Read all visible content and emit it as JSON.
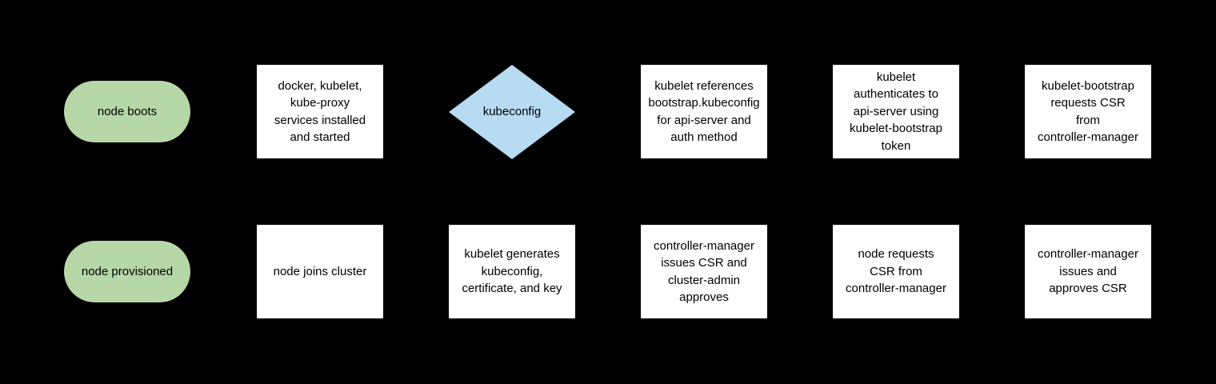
{
  "diagram": {
    "type": "flowchart",
    "background": "#000000",
    "colors": {
      "background": "#000000",
      "terminator_fill": "#b6d7a8",
      "process_fill": "#ffffff",
      "decision_fill": "#b7dbf3",
      "text": "#000000"
    },
    "nodes": [
      {
        "id": "node-boots",
        "shape": "terminator",
        "row": 1,
        "col": 1,
        "lines": [
          "node boots"
        ]
      },
      {
        "id": "services-installed",
        "shape": "process",
        "row": 1,
        "col": 2,
        "lines": [
          "docker, kubelet,",
          "kube-proxy",
          "services installed",
          "and started"
        ]
      },
      {
        "id": "kubeconfig-decision",
        "shape": "decision",
        "row": 1,
        "col": 3,
        "lines": [
          "kubeconfig"
        ]
      },
      {
        "id": "kubelet-references",
        "shape": "process",
        "row": 1,
        "col": 4,
        "lines": [
          "kubelet references",
          "bootstrap.kubeconfig",
          "for api-server and",
          "auth method"
        ]
      },
      {
        "id": "kubelet-authenticates",
        "shape": "process",
        "row": 1,
        "col": 5,
        "lines": [
          "kubelet",
          "authenticates to",
          "api-server using",
          "kubelet-bootstrap",
          "token"
        ]
      },
      {
        "id": "bootstrap-requests-csr",
        "shape": "process",
        "row": 1,
        "col": 6,
        "lines": [
          "kubelet-bootstrap",
          "requests CSR",
          "from",
          "controller-manager"
        ]
      },
      {
        "id": "node-provisioned",
        "shape": "terminator",
        "row": 2,
        "col": 1,
        "lines": [
          "node provisioned"
        ]
      },
      {
        "id": "node-joins-cluster",
        "shape": "process",
        "row": 2,
        "col": 2,
        "lines": [
          "node joins cluster"
        ]
      },
      {
        "id": "kubelet-generates",
        "shape": "process",
        "row": 2,
        "col": 3,
        "lines": [
          "kubelet generates",
          "kubeconfig,",
          "certificate, and key"
        ]
      },
      {
        "id": "cm-issues-csr-admin",
        "shape": "process",
        "row": 2,
        "col": 4,
        "lines": [
          "controller-manager",
          "issues CSR and",
          "cluster-admin",
          "approves"
        ]
      },
      {
        "id": "node-requests-csr",
        "shape": "process",
        "row": 2,
        "col": 5,
        "lines": [
          "node requests",
          "CSR from",
          "controller-manager"
        ]
      },
      {
        "id": "cm-issues-approves",
        "shape": "process",
        "row": 2,
        "col": 6,
        "lines": [
          "controller-manager",
          "issues and",
          "approves CSR"
        ]
      }
    ]
  }
}
